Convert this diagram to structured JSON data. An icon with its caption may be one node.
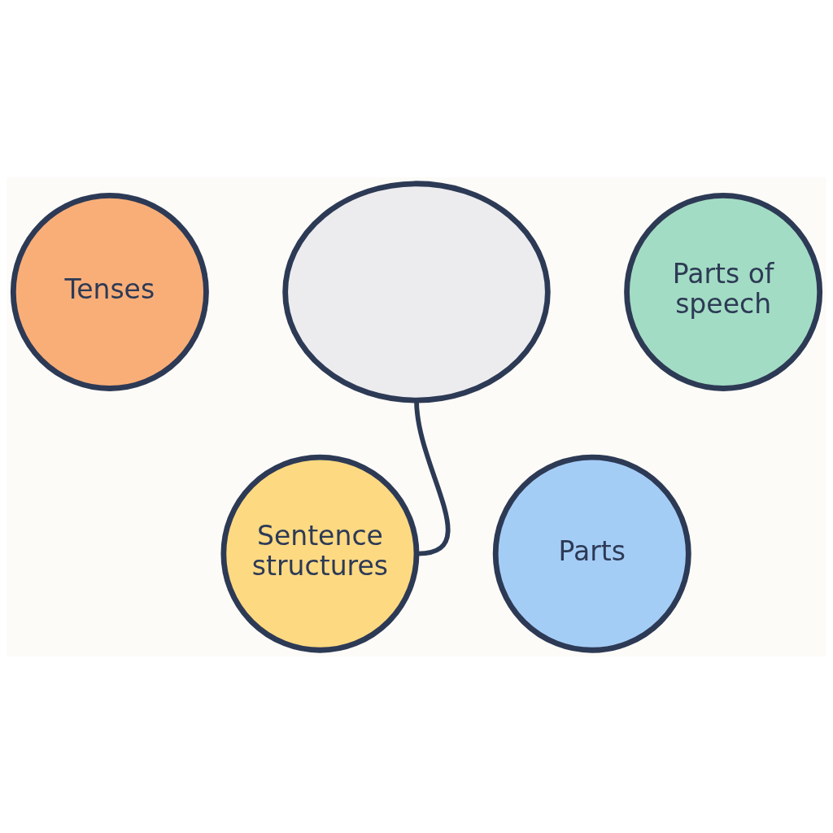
{
  "diagram": {
    "nodes": [
      {
        "text": [
          "Tenses"
        ]
      },
      {
        "text": [
          "Parts of speech"
        ]
      },
      {
        "text": [],
        "shape": "ellipse"
      },
      {
        "text": [
          "Sentence structures"
        ]
      },
      {
        "text": [
          "Parts"
        ]
      }
    ],
    "edges": [
      {
        "from": 2,
        "to": 3,
        "arrow": "none"
      }
    ]
  }
}
